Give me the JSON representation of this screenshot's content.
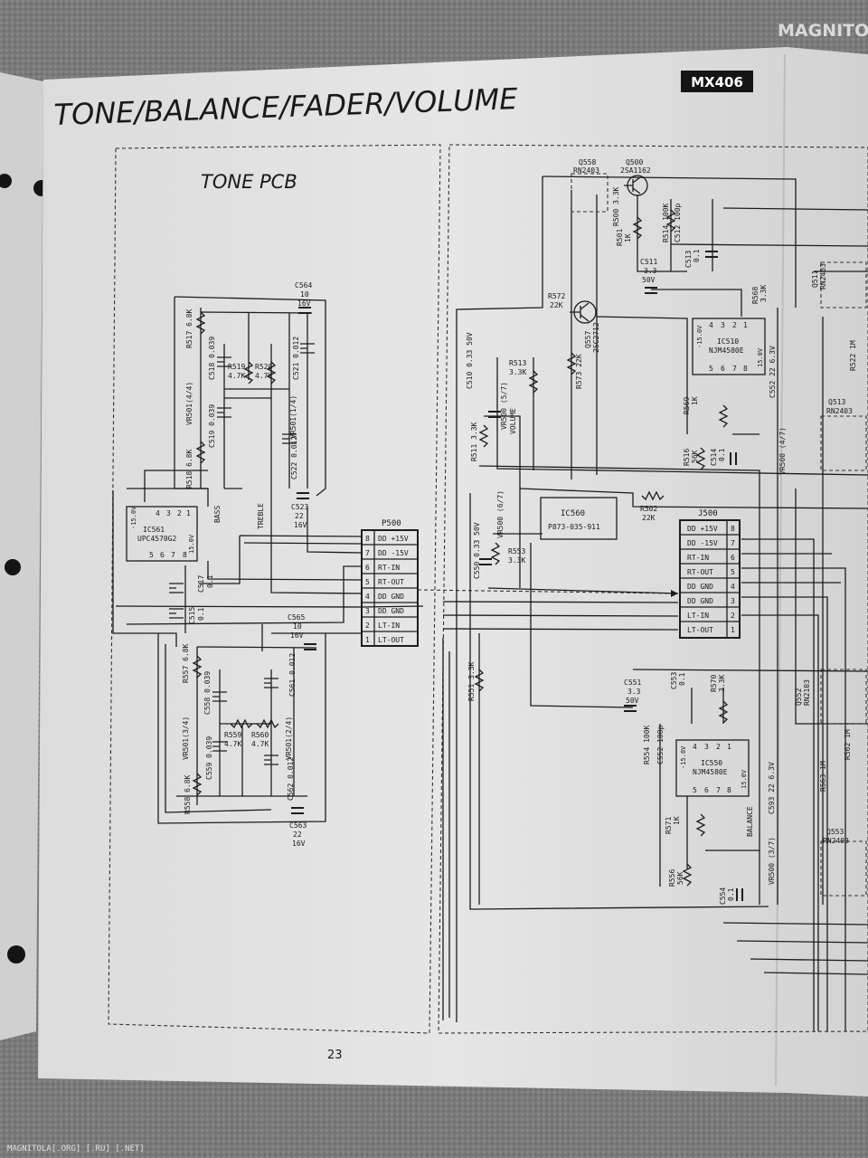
{
  "header": {
    "title": "TONE/BALANCE/FADER/VOLUME",
    "model": "MX406",
    "section": "TONE PCB"
  },
  "watermark": {
    "logo": "MAGNITOLA",
    "footer": "MAGNITOLA[.ORG] [.RU] [.NET]"
  },
  "page_number": "23",
  "ic": {
    "ic561": {
      "ref": "IC561",
      "part": "UPC4570G2",
      "pins_top": [
        "4",
        "3",
        "2",
        "1"
      ],
      "pins_bottom": [
        "5",
        "6",
        "7",
        "8"
      ],
      "rail_a": "-15.0V",
      "rail_b": "15.0V"
    },
    "ic560": {
      "ref": "IC560",
      "part": "P873-035-911"
    },
    "ic510": {
      "ref": "IC510",
      "part": "NJM4580E",
      "pins_top": [
        "4",
        "3",
        "2",
        "1"
      ],
      "pins_bottom": [
        "5",
        "6",
        "7",
        "8"
      ],
      "rail_a": "-15.0V",
      "rail_b": "15.0V"
    },
    "ic550": {
      "ref": "IC550",
      "part": "NJM4580E",
      "pins_top": [
        "4",
        "3",
        "2",
        "1"
      ],
      "pins_bottom": [
        "5",
        "6",
        "7",
        "8"
      ],
      "rail_a": "-15.0V",
      "rail_b": "15.0V"
    }
  },
  "connectors": {
    "p500": {
      "ref": "P500",
      "pins": [
        {
          "num": "8",
          "label": "DD +15V"
        },
        {
          "num": "7",
          "label": "DD -15V"
        },
        {
          "num": "6",
          "label": "RT-IN"
        },
        {
          "num": "5",
          "label": "RT-OUT"
        },
        {
          "num": "4",
          "label": "DD GND"
        },
        {
          "num": "3",
          "label": "DD GND"
        },
        {
          "num": "2",
          "label": "LT-IN"
        },
        {
          "num": "1",
          "label": "LT-OUT"
        }
      ]
    },
    "j500": {
      "ref": "J500",
      "pins": [
        {
          "num": "8",
          "label": "DD +15V"
        },
        {
          "num": "7",
          "label": "DD -15V"
        },
        {
          "num": "6",
          "label": "RT-IN"
        },
        {
          "num": "5",
          "label": "RT-OUT"
        },
        {
          "num": "4",
          "label": "DD GND"
        },
        {
          "num": "3",
          "label": "DD GND"
        },
        {
          "num": "2",
          "label": "LT-IN"
        },
        {
          "num": "1",
          "label": "LT-OUT"
        }
      ]
    }
  },
  "labels": {
    "bass": "BASS",
    "treble": "TREBLE",
    "volume": "VOLUME",
    "balance": "BALANCE",
    "c564": [
      "C564",
      "10",
      "16V"
    ],
    "c523": [
      "C523",
      "22",
      "16V"
    ],
    "c565": [
      "C565",
      "10",
      "16V"
    ],
    "c563": [
      "C563",
      "22",
      "16V"
    ],
    "c517": [
      "C517",
      "0.1"
    ],
    "c515": [
      "C515",
      "0.1"
    ],
    "r517": "R517 6.8K",
    "r518": "R518 6.8K",
    "r557": "R557 6.8K",
    "r558": "R558 6.8K",
    "c518": "C518 0.039",
    "c519": "C519 0.039",
    "c558": "C558 0.039",
    "c559": "C559 0.039",
    "r519": [
      "R519",
      "4.7K"
    ],
    "r520": [
      "R520",
      "4.7K"
    ],
    "r559": [
      "R559",
      "4.7K"
    ],
    "r560": [
      "R560",
      "4.7K"
    ],
    "c521": "C521 0.012",
    "c522": "C522 0.012",
    "c561": "C561 0.012",
    "c562": "C562 0.012",
    "vr501a": "VR501(4/4)",
    "vr501b": "VR501(1/4)",
    "vr501c": "VR501(3/4)",
    "vr501d": "VR501(2/4)",
    "q558": [
      "Q558",
      "RN2403"
    ],
    "q500": [
      "Q500",
      "2SA1162"
    ],
    "r500": "R500 3.3K",
    "r501": [
      "R501",
      "1K"
    ],
    "r514": "R514 100K",
    "c512": "C512 100p",
    "c511": [
      "C511",
      "3.3",
      "50V"
    ],
    "c513": [
      "C513",
      "0.1"
    ],
    "r568": [
      "R568",
      "3.3K"
    ],
    "r572": [
      "R572",
      "22K"
    ],
    "q557": [
      "Q557",
      "2SC2712"
    ],
    "r573": "R573 22K",
    "c510": "C510 0.33 50V",
    "r513": [
      "R513",
      "3.3K"
    ],
    "vr500a": "VR500 (5/7)",
    "r511": "R511 3.3K",
    "r569": [
      "R569",
      "1K"
    ],
    "c514": [
      "C514",
      "0.1"
    ],
    "r516": [
      "R516",
      "56K"
    ],
    "vr500b": "VR500 (4/7)",
    "c552x": "C552 22 6.3V",
    "q513": [
      "Q513",
      "RN2403"
    ],
    "q511": [
      "Q511",
      "RN2403"
    ],
    "r522": "R522 1M",
    "r502": [
      "R502",
      "22K"
    ],
    "c550": "C550 0.33 50V",
    "vr500c": "VR500 (6/7)",
    "r553": [
      "R553",
      "3.3K"
    ],
    "r551": "R551 3.3K",
    "c551": [
      "C551",
      "3.3",
      "50V"
    ],
    "c553": [
      "C553",
      "0.1"
    ],
    "r570": [
      "R570",
      "3.3K"
    ],
    "r554": "R554 100K",
    "c552": "C552 100p",
    "r571": [
      "R571",
      "1K"
    ],
    "r556": [
      "R556",
      "56K"
    ],
    "c554": [
      "C554",
      "0.1"
    ],
    "vr500d": "VR500 (3/7)",
    "c593": "C593 22 6.3V",
    "q552": [
      "Q552",
      "RN2103"
    ],
    "q553": [
      "Q553",
      "RN2403"
    ],
    "r562": "R562 1M",
    "r563": "R563 1M"
  }
}
